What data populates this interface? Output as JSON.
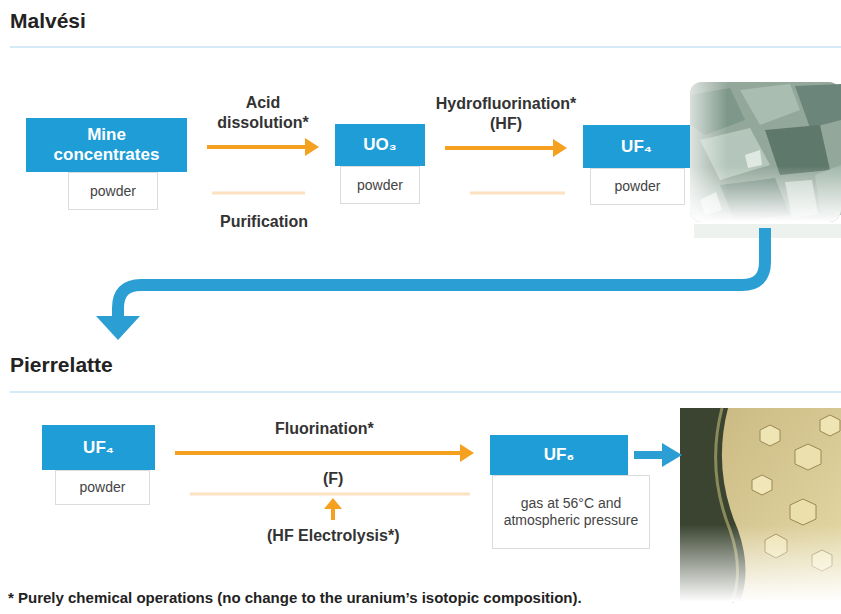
{
  "diagram": {
    "caption": "* Purely chemical operations (no change to the uranium’s isotopic composition).",
    "nodes": [
      {
        "text": [
          "Mine concentrates",
          "powder"
        ]
      },
      {
        "text": [
          "UO₃",
          "powder"
        ]
      },
      {
        "text": [
          "UF₄",
          "powder"
        ]
      },
      {
        "text": [
          "UF₄",
          "powder"
        ]
      },
      {
        "text": [
          "UF₆",
          "gas at 56°C and atmospheric pressure"
        ]
      }
    ],
    "edges": [
      {
        "from": 0,
        "to": 1,
        "arrow": "to",
        "label": "Acid dissolution*"
      },
      {
        "from": 1,
        "to": 2,
        "arrow": "to",
        "label": "Hydrofluorination* (HF)"
      },
      {
        "from": 3,
        "to": 4,
        "arrow": "to",
        "label": "Fluorination*"
      }
    ],
    "labels": [
      "Malvési",
      "Purification",
      "Pierrelatte",
      "(F)",
      "(HF Electrolysis*)"
    ]
  }
}
